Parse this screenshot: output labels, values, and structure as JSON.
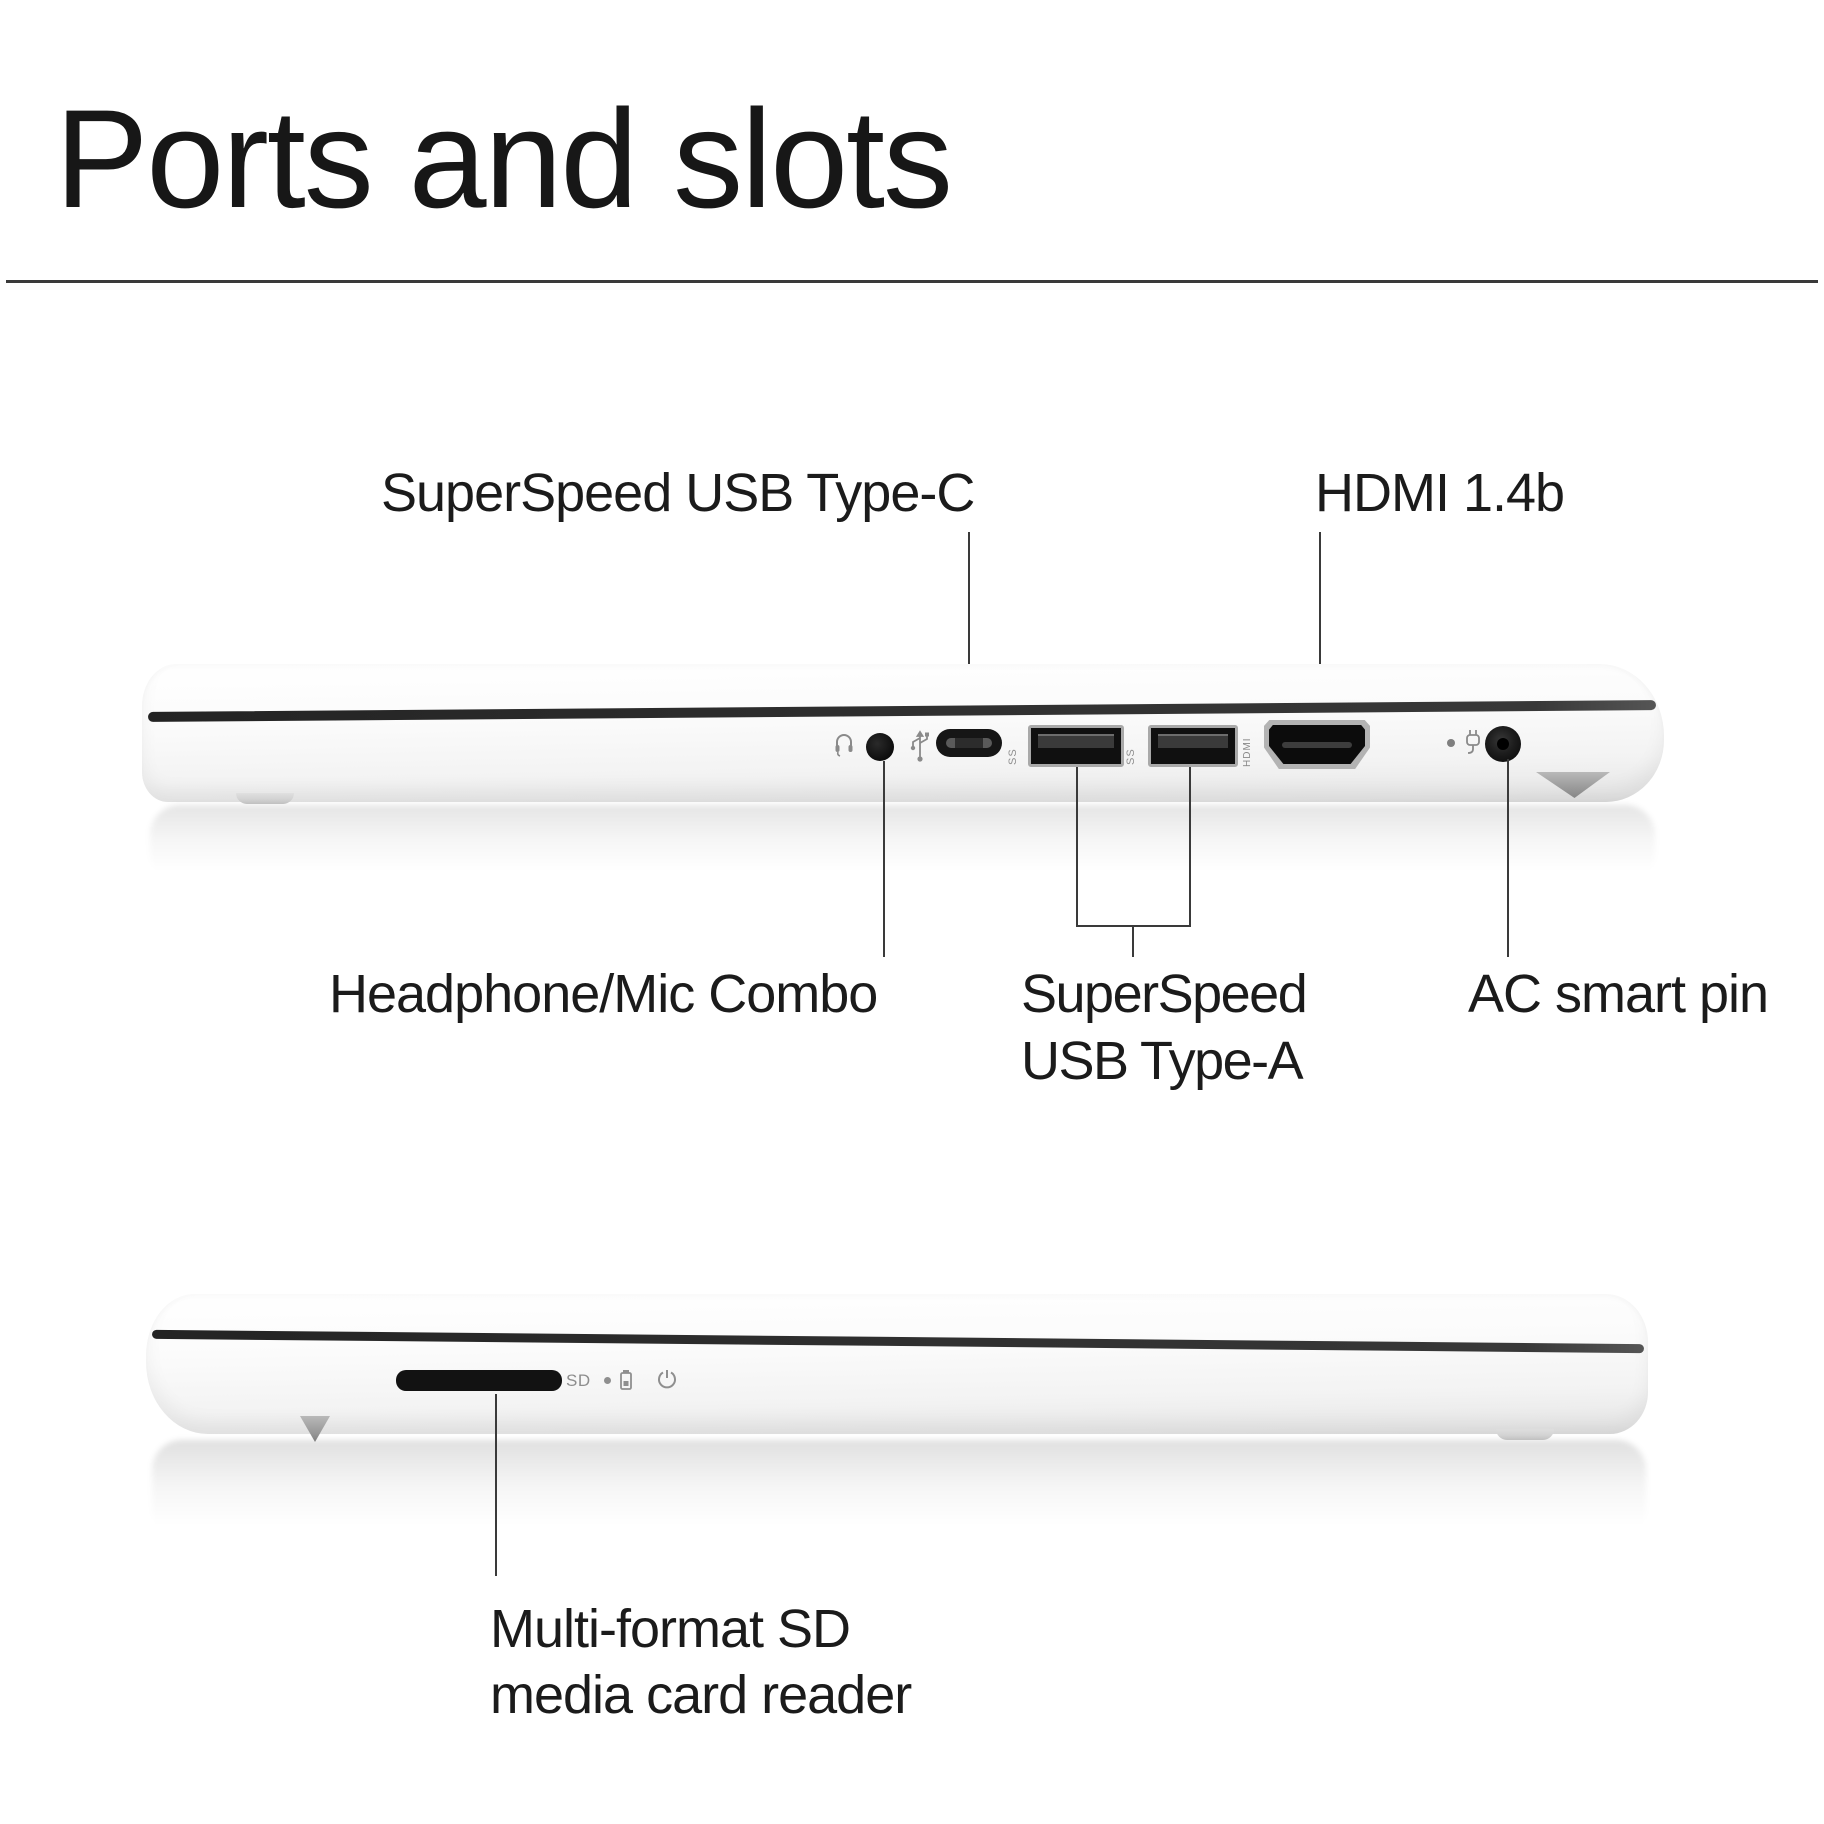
{
  "title": "Ports and slots",
  "labels": {
    "usb_c": "SuperSpeed USB Type-C",
    "hdmi": "HDMI 1.4b",
    "headphone": "Headphone/Mic Combo",
    "usb_a": [
      "SuperSpeed",
      "USB Type-A"
    ],
    "ac_pin": "AC smart pin",
    "sd": [
      "Multi-format SD",
      "media card reader"
    ]
  },
  "markings": {
    "hdmi_port": "HDMI",
    "ss_usb": "SS",
    "sd_slot": "SD"
  },
  "colors": {
    "text": "#1b1b1b",
    "callout_line": "#3a3a3a",
    "port_black": "#141414",
    "port_rim": "#a9a9a9",
    "icon_gray": "#8a8a8a",
    "seam": "#2f2f2f",
    "body_white": "#fbfbfb"
  }
}
